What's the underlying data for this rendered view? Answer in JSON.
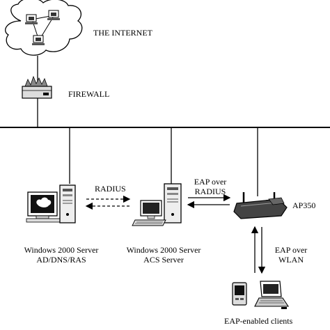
{
  "internet_label": "THE INTERNET",
  "firewall_label": "FIREWALL",
  "radius_label": "RADIUS",
  "eap_over_radius": [
    "EAP over",
    "RADIUS"
  ],
  "ap_label": "AP350",
  "eap_over_wlan": [
    "EAP over",
    "WLAN"
  ],
  "server1_label": [
    "Windows 2000 Server",
    "AD/DNS/RAS"
  ],
  "server2_label": [
    "Windows 2000  Server",
    "ACS Server"
  ],
  "clients_label": "EAP-enabled clients"
}
